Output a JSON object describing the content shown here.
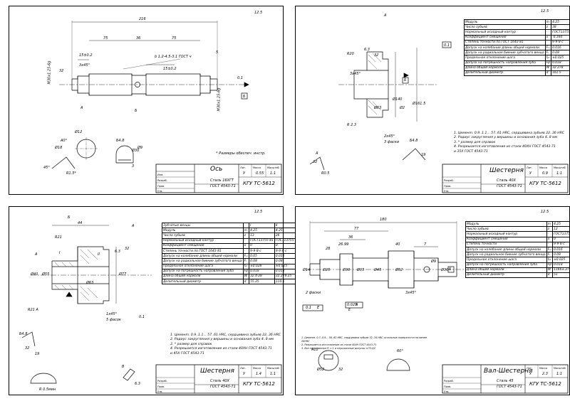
{
  "sheets": [
    {
      "name": "axle",
      "title": "Ось",
      "material_1": "Сталь 16ХГТ",
      "material_2": "ГОСТ 4543-71",
      "code": "КГУ ТС-5612",
      "scale": "0.55",
      "scale2": "1:1",
      "lit": "У",
      "roughness": "12.5",
      "note": "* Размеры обеспеч. инстр.",
      "dims": [
        "216",
        "75",
        "36",
        "75",
        "15±0.2",
        "3x45°",
        "15±0.2",
        "b 1.2-4.5-3.1 ГОСТ ч",
        "5",
        "М30x1.25-6g",
        "М30x1.25-6g",
        "32",
        "Ø12",
        "Ø30",
        "Б",
        "0.1",
        "А",
        "Б",
        "А0°",
        "Ø18",
        "45°",
        "R1.5*",
        "Б4.8",
        "Ø9",
        "3"
      ]
    },
    {
      "name": "gear-1",
      "title": "Шестерня",
      "material_1": "Сталь 40Х",
      "material_2": "ГОСТ 4543-71",
      "code": "КГУ ТС-5612",
      "scale": "0.9",
      "scale2": "1:1",
      "lit": "У",
      "roughness": "12.5",
      "params": [
        [
          "Модуль",
          "m",
          "4.25"
        ],
        [
          "Число зубьев",
          "z",
          "38"
        ],
        [
          "Нормальный исходный контур",
          "-",
          "ГОСТ13755-81"
        ],
        [
          "Коэффициент смещения",
          "x",
          "-0.160"
        ],
        [
          "Степень точности по ГОСТ 1643-81",
          "-",
          "9-9-8-с"
        ],
        [
          "Допуск на колебание длины общей нормали",
          "Fᵥᵣ",
          "0.016"
        ],
        [
          "Допуск на радиальное биение зубчатого венца",
          "Fᵣ",
          "0.08"
        ],
        [
          "Предельное отклонение шага",
          "fₚₜ",
          "±0.025"
        ],
        [
          "Допуск на погрешность направления зуба",
          "Fβ",
          "0.018"
        ],
        [
          "Длина общей нормали",
          "W",
          "32.278"
        ],
        [
          "Делительный диаметр",
          "d",
          "161.5"
        ]
      ],
      "notes": [
        "1. Цеменm. 0.9..1.1... 57..61 HRC, сердцевина зубьев 22..36 HRC",
        "2. Радиус закругления у вершины и основания зуба 4..8 мм",
        "3. * размер для справок",
        "4. Разрешается изготовление из стали 40ХН ГОСТ 4543-71",
        "   и 35Х ГОСТ 4543-71"
      ],
      "dims": [
        "А",
        "R20",
        "6.3",
        "32",
        "3x45°",
        "Б",
        "Ø140",
        "Ø63",
        "Ø161.5",
        "Ø2",
        "R 2.3",
        "2x45°",
        "3 фаски",
        "Б4.8",
        "32",
        "R0.5",
        "0.1",
        "А",
        "19"
      ]
    },
    {
      "name": "gear-2",
      "title": "Шестерня",
      "material_1": "Сталь 40Х",
      "material_2": "ГОСТ 4543-71",
      "code": "КГУ ТС-5612",
      "scale": "1.4",
      "scale2": "1:1",
      "lit": "У",
      "roughness": "12.5",
      "params_header": [
        "Зубчатые венцы",
        "",
        "I",
        "II"
      ],
      "params": [
        [
          "Модуль",
          "m",
          "4.25",
          "4.25"
        ],
        [
          "Число зубьев",
          "z",
          "13",
          "26"
        ],
        [
          "Нормальный исходный контур",
          "-",
          "ГОСТ13755-81",
          "ГОСТ13755-81"
        ],
        [
          "Коэффициент смещения",
          "x",
          "0",
          "0"
        ],
        [
          "Степень точности по ГОСТ 1643-81",
          "-",
          "9-9-8-с",
          "9-9-8-с"
        ],
        [
          "Допуск на колебание длины общей нормали",
          "Fᵥᵣ",
          "0.05",
          "0.016"
        ],
        [
          "Допуск на радиальное биение зубчатого венца",
          "Fᵣ",
          "0.08",
          "0.08"
        ],
        [
          "Предельное отклонение шага",
          "fₚₜ",
          "±0.028",
          "±0.025"
        ],
        [
          "Допуск на погрешность направления зуба",
          "Fβ",
          "0.018",
          "0.018"
        ],
        [
          "Длина общей нормали",
          "W",
          "32.4·28",
          "32.278·25"
        ],
        [
          "Делительный диаметр",
          "d",
          "55.25",
          "110.5"
        ]
      ],
      "notes": [
        "1. Цеменm. 0.9..1.1... 57..61 HRC, сердцевина зубьев 22..36 HRC",
        "2. Радиус закругления у вершины и основания зуба 4..8 мм",
        "3. * размер для справок",
        "4. Разрешается изготовление из стали 40ХН ГОСТ 4543-71",
        "   и 45Х ГОСТ 4543-71"
      ],
      "dims": [
        "44",
        "R21",
        "А",
        "6.3",
        "32",
        "I",
        "II",
        "Ø40",
        "Ø55",
        "Ø63",
        "Ø77",
        "R21 А",
        "1x45°",
        "5 фасок",
        "0.1",
        "А",
        "Б",
        "Б4.8",
        "32",
        "19",
        "R 0.5мин",
        "В",
        "6.3"
      ]
    },
    {
      "name": "shaft-gear",
      "title": "Вал-Шестерня",
      "material_1": "Сталь 45",
      "material_2": "ГОСТ 4543-71",
      "code": "КГУ ТС-5612",
      "scale": "2.3",
      "scale2": "1:1",
      "lit": "У",
      "roughness": "12.5",
      "params": [
        [
          "Модуль",
          "m",
          "4.25"
        ],
        [
          "Число зубьев",
          "z",
          "12"
        ],
        [
          "Нормальный исходный контур",
          "-",
          "ГОСТ13755-81"
        ],
        [
          "Коэффициент смещения",
          "x",
          "0"
        ],
        [
          "Степень точности",
          "-",
          "9-9-8-с"
        ],
        [
          "Допуск на колебание длины общей нормали",
          "Fᵥᵣ",
          "0.016"
        ],
        [
          "Допуск на радиальное биение зубчатого венца",
          "Fᵣ",
          "0.08"
        ],
        [
          "Предельное отклонение шага",
          "fₚₜ",
          "±0.025"
        ],
        [
          "Допуск на погрешность направления зуба",
          "Fβ",
          "0.018"
        ],
        [
          "Длина общей нормали",
          "W",
          "1166±.27"
        ],
        [
          "Делительный диаметр",
          "d",
          "51"
        ]
      ],
      "notes": [
        "1. Цеменm. 0.7..0.9... 56..62 HRC, сердцевина зубьев 32..34 HRC остальные поверхности на менее",
        "   28HRC",
        "2. Разрешается изготовление из стали 40ХН ГОСТ 4543-71",
        "3. Все неуказанные R ≈ 1 и неуказанные допуски ±IT14/2"
      ],
      "dims": [
        "180",
        "77",
        "36",
        "26.99",
        "28",
        "40",
        "7",
        "Ø14",
        "Ø25",
        "Ø30",
        "Ø35",
        "Ø52",
        "Ø45",
        "Ø9",
        "Ø30",
        "Б",
        "2 фаски",
        "3x45°",
        "Е",
        "0.1",
        "А",
        "0.025",
        "Е",
        "А12",
        "32",
        "60°",
        "Ø52"
      ]
    }
  ],
  "stamp_labels": {
    "izm": "Изм.",
    "list": "Лист",
    "ndoc": "№ докум.",
    "podp": "Подп.",
    "data": "Дата",
    "razrab": "Разраб.",
    "prov": "Пров.",
    "tkontr": "Т.контр.",
    "nkontr": "Н.контр.",
    "utv": "Утв.",
    "lit": "Лит.",
    "massa": "Масса",
    "masshtab": "Масштаб",
    "listov": "Листов",
    "sheet_no": "Лист"
  }
}
